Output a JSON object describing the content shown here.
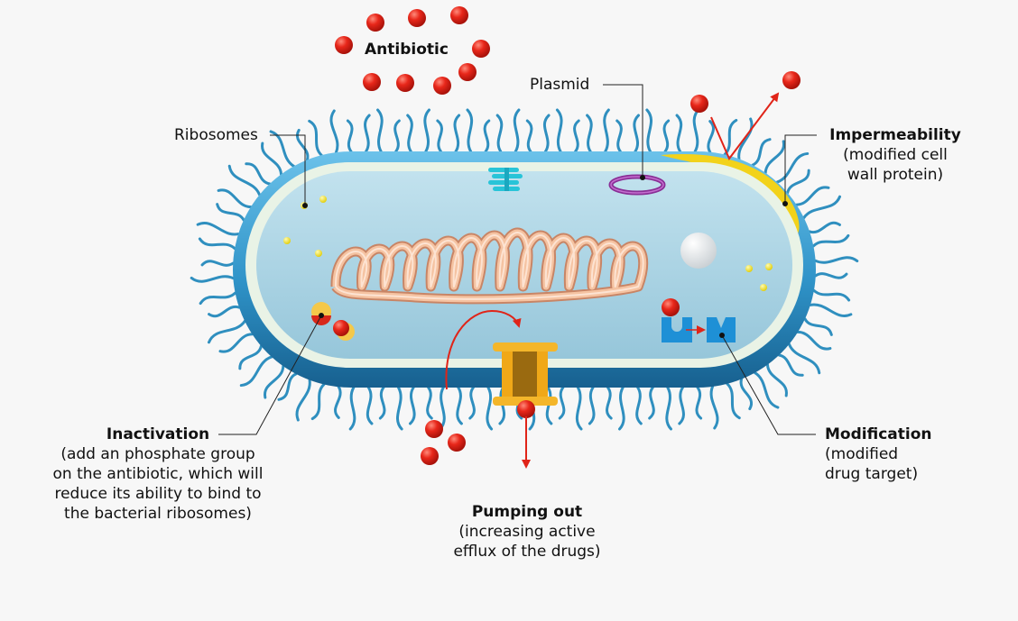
{
  "labels": {
    "antibiotic": "Antibiotic",
    "plasmid": "Plasmid",
    "ribosomes": "Ribosomes",
    "impermeability": {
      "title": "Impermeability",
      "line1": "(modified cell",
      "line2": "wall protein)"
    },
    "inactivation": {
      "title": "Inactivation",
      "line1": "(add an phosphate group",
      "line2": "on the antibiotic, which will",
      "line3": "reduce its ability to bind to",
      "line4": "the bacterial ribosomes)"
    },
    "modification": {
      "title": "Modification",
      "line1": "(modified",
      "line2": "drug target)"
    },
    "pumping_out": {
      "title": "Pumping out",
      "line1": "(increasing active",
      "line2": "efflux of the drugs)"
    }
  },
  "colors": {
    "background": "#f7f7f7",
    "cell_wall_outer": "#1f7fb0",
    "cell_wall_inner": "#5ab4e0",
    "membrane": "#eef4ea",
    "cytoplasm": "#a9d3e4",
    "flagella": "#2f8fbf",
    "antibiotic": "#e02418",
    "dna": "#f2b48e",
    "plasmid": "#8a2f96",
    "ribosome": "#f2e520",
    "pump": "#f0a818",
    "target": "#1e90d6",
    "impermeable_patch": "#f2d21a",
    "arrow": "#e02418"
  }
}
